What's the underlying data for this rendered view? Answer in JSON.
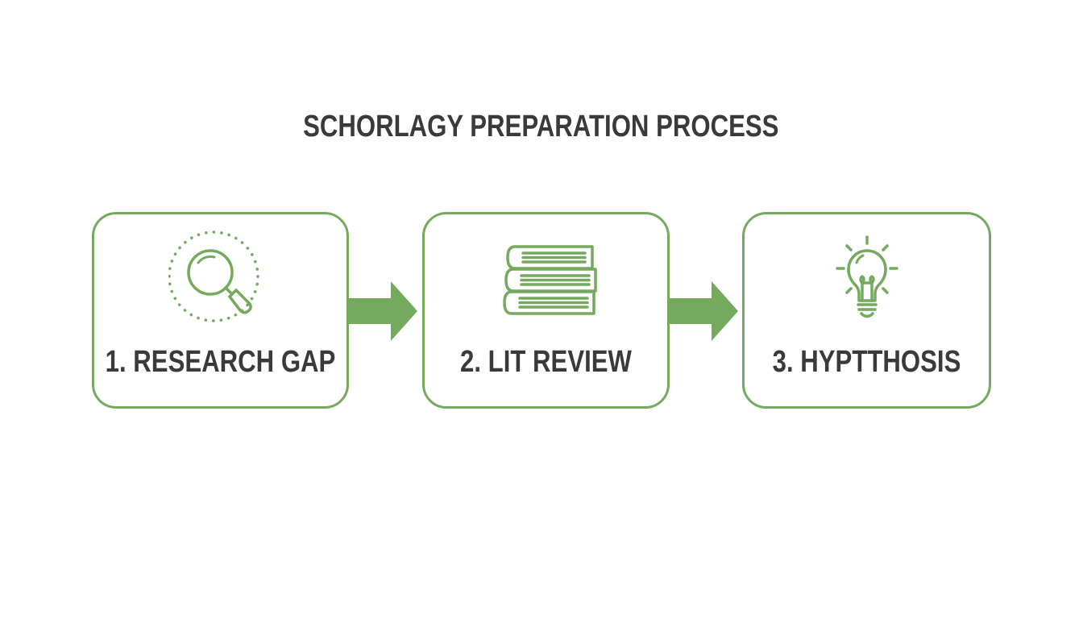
{
  "diagram": {
    "title": "SCHORLAGY PREPARATION PROCESS",
    "steps": [
      {
        "label": "1. RESEARCH GAP",
        "icon": "magnifying-glass-icon"
      },
      {
        "label": "2. LIT REVIEW",
        "icon": "books-stack-icon"
      },
      {
        "label": "3. HYPTTHOSIS",
        "icon": "lightbulb-icon"
      }
    ],
    "colors": {
      "accent": "#74a95e",
      "text": "#3a3a3a",
      "background": "#ffffff"
    }
  }
}
